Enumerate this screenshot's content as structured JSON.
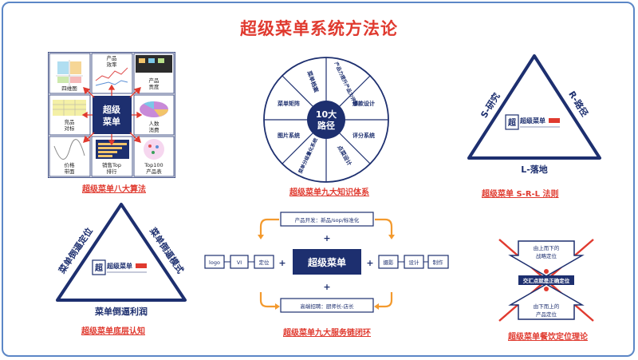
{
  "title": "超级菜单系统方法论",
  "panel1": {
    "center": [
      "超级",
      "菜单"
    ],
    "cells": [
      [
        "四维图"
      ],
      [
        "产品",
        "效率"
      ],
      [
        "产品",
        "贡度"
      ],
      [
        "竞品",
        "对标"
      ],
      [
        "人数",
        "消费"
      ],
      [
        "价格",
        "带面"
      ],
      [
        "销售Top",
        "排行"
      ],
      [
        "Top100",
        "产品表"
      ]
    ],
    "caption": "超级菜单八大算法"
  },
  "panel2": {
    "center": [
      "10大",
      "路径"
    ],
    "segments": [
      "菜单档案",
      "产品力提升产品力评测",
      "爆款设计",
      "评分系统",
      "点菜设计",
      "菜单分级量化系统",
      "图片系统",
      "菜单矩阵"
    ],
    "caption": "超级菜单九大知识体系"
  },
  "panel3": {
    "left_side": "S-研究",
    "right_side": "R-路径",
    "bottom": "L-落地",
    "logo": "超级菜单",
    "caption": "超级菜单  S-R-L  法则"
  },
  "panel4": {
    "left_side": "菜单倒逼定位",
    "right_side": "菜单倒逼模式",
    "bottom": "菜单倒逼利润",
    "logo": "超级菜单",
    "caption": "超级菜单底层认知"
  },
  "panel5": {
    "center": "超级菜单",
    "top_box": "产品开发：新品/sop/标准化",
    "bottom_box": "高端招聘：厨师长-店长",
    "left_boxes": [
      "logo",
      "VI",
      "定位"
    ],
    "right_boxes": [
      "摄影",
      "设计",
      "制作"
    ],
    "plus": "+",
    "caption": "超级菜单九大服务链闭环"
  },
  "panel6": {
    "top_text": [
      "由上而下的",
      "战略定位"
    ],
    "middle_text": "交汇点就是正确定位",
    "bottom_text": [
      "由下而上的",
      "产品定位"
    ],
    "caption": "超级菜单餐饮定位理论"
  },
  "logo_text": "超级菜单",
  "colors": {
    "navy": "#1d2f6f",
    "red": "#e03a2f",
    "orange": "#f39a2e",
    "frame": "#5b86c6"
  }
}
